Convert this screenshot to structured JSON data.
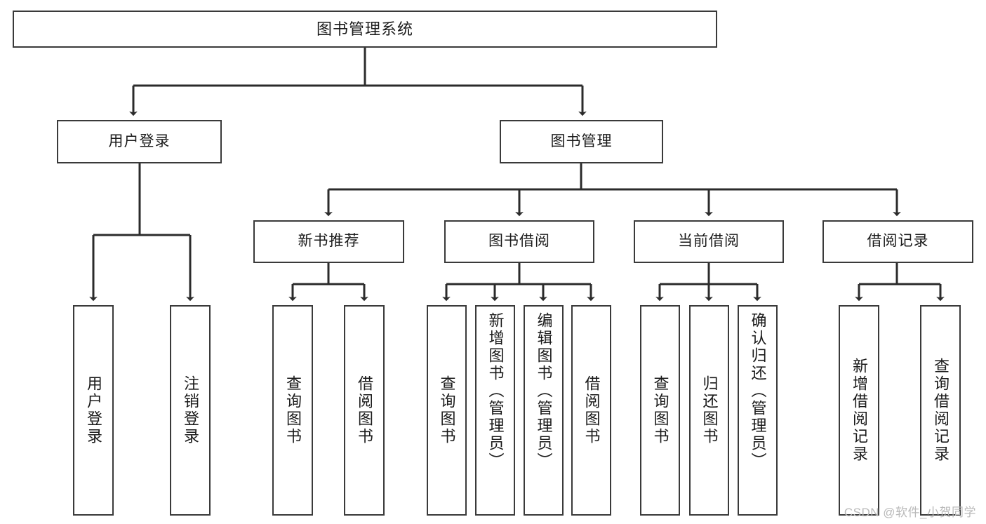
{
  "diagram": {
    "title": "图书管理系统",
    "type": "tree-hierarchy-diagram",
    "watermark": "CSDN @软件_小贺同学",
    "colors": {
      "background": "#ffffff",
      "box_border": "#3a3a3a",
      "edge": "#2b2b2b",
      "text": "#1a1a1a",
      "watermark": "#b9b9b9"
    },
    "root": {
      "label": "图书管理系统"
    },
    "level2": [
      {
        "label": "用户登录"
      },
      {
        "label": "图书管理"
      }
    ],
    "level3": [
      {
        "label": "新书推荐"
      },
      {
        "label": "图书借阅"
      },
      {
        "label": "当前借阅"
      },
      {
        "label": "借阅记录"
      }
    ],
    "leaves": {
      "user_login": [
        {
          "label": "用户登录"
        },
        {
          "label": "注销登录"
        }
      ],
      "new_book_recommend": [
        {
          "label": "查询图书"
        },
        {
          "label": "借阅图书"
        }
      ],
      "book_borrow": [
        {
          "label": "查询图书"
        },
        {
          "label": "新增图书（管理员）"
        },
        {
          "label": "编辑图书（管理员）"
        },
        {
          "label": "借阅图书"
        }
      ],
      "current_borrow": [
        {
          "label": "查询图书"
        },
        {
          "label": "归还图书"
        },
        {
          "label": "确认归还（管理员）"
        }
      ],
      "borrow_record": [
        {
          "label": "新增借阅记录"
        },
        {
          "label": "查询借阅记录"
        }
      ]
    }
  }
}
